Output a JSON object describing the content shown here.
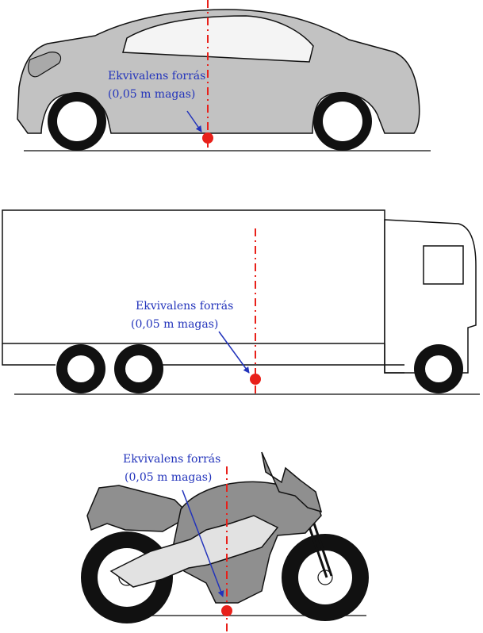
{
  "colors": {
    "label": "#2233bb",
    "arrow": "#2233bb",
    "axis": "#e8201a",
    "source_dot": "#e8201a",
    "vehicle_fill": "#c2c2c2",
    "vehicle_outline": "#111111",
    "wheel": "#111111"
  },
  "panels": [
    {
      "vehicle": "car",
      "label_line1": "Ekvivalens forrás",
      "label_line2": "(0,05 m magas)"
    },
    {
      "vehicle": "truck",
      "label_line1": "Ekvivalens forrás",
      "label_line2": "(0,05 m magas)"
    },
    {
      "vehicle": "motorcycle",
      "label_line1": "Ekvivalens forrás",
      "label_line2": "(0,05 m magas)"
    }
  ]
}
